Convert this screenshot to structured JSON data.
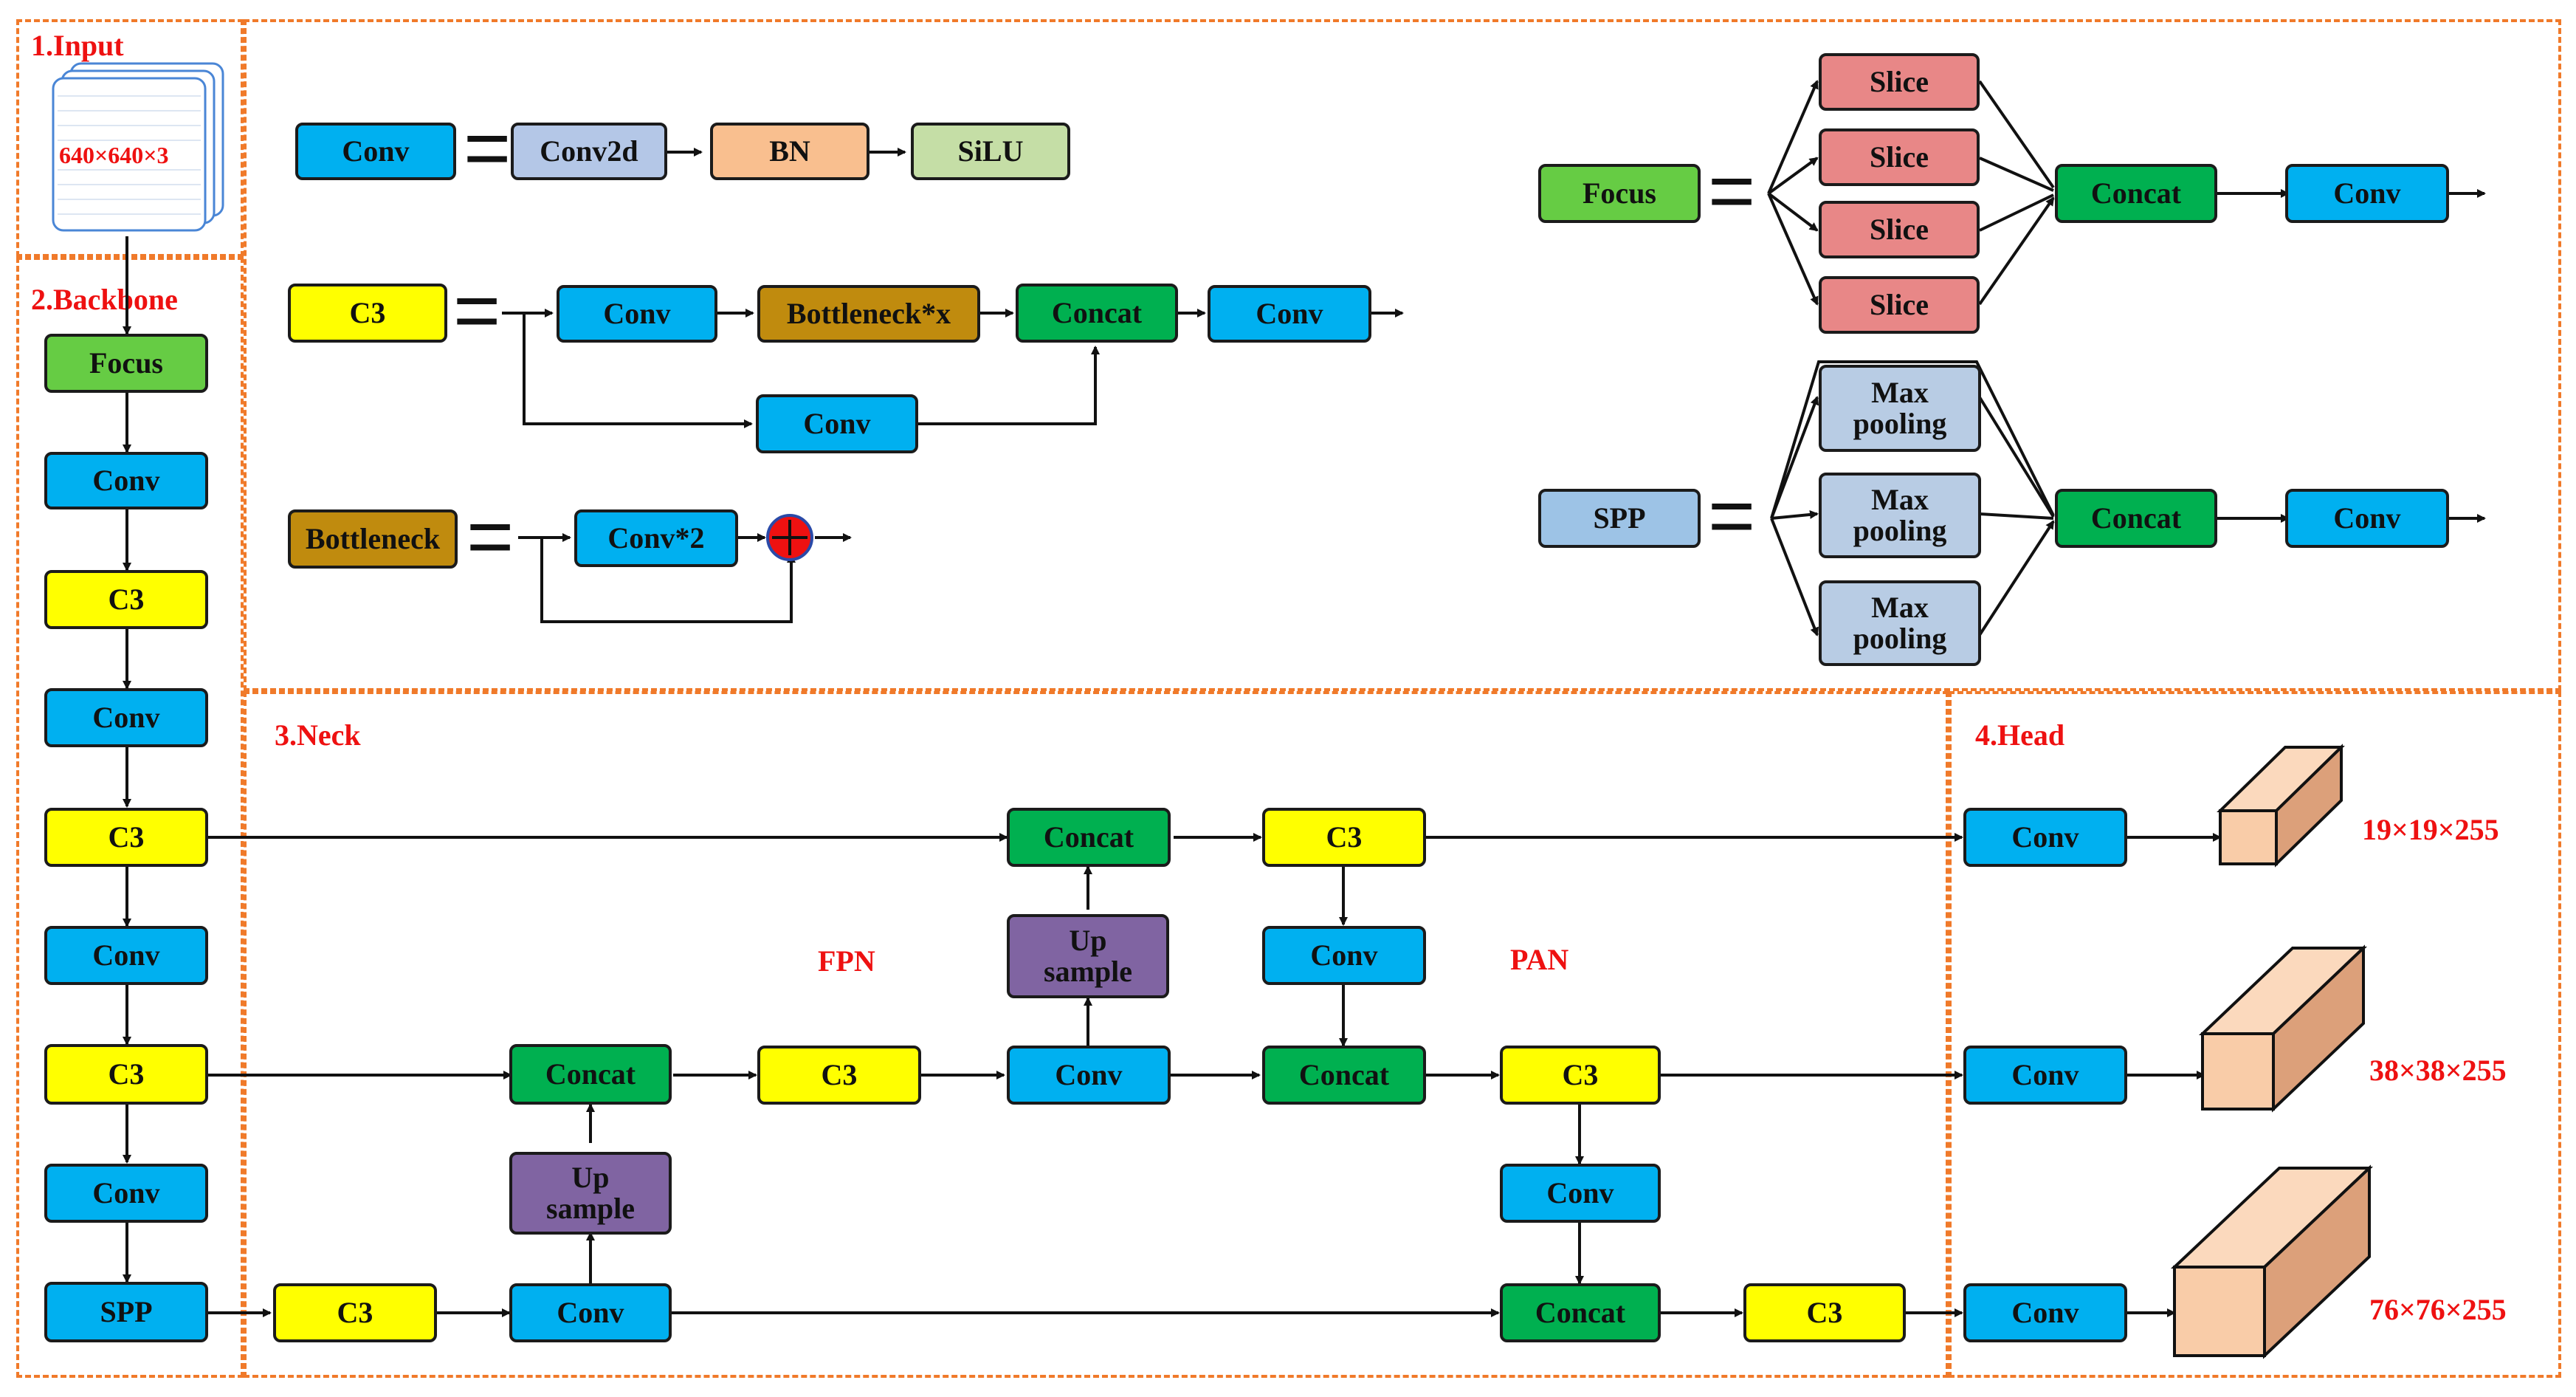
{
  "sections": {
    "input": "1.Input",
    "backbone": "2.Backbone",
    "neck": "3.Neck",
    "head": "4.Head"
  },
  "input_size": "640×640×3",
  "legend": {
    "conv_def": [
      "Conv",
      "Conv2d",
      "BN",
      "SiLU"
    ],
    "c3_def": {
      "c3": "C3",
      "conv1": "Conv",
      "bottleneck": "Bottleneck*x",
      "concat": "Concat",
      "conv_out": "Conv",
      "conv_bypass": "Conv"
    },
    "bottleneck_def": {
      "bottleneck": "Bottleneck",
      "conv": "Conv*2"
    },
    "focus_def": {
      "focus": "Focus",
      "slices": [
        "Slice",
        "Slice",
        "Slice",
        "Slice"
      ],
      "concat": "Concat",
      "conv": "Conv"
    },
    "spp_def": {
      "spp": "SPP",
      "pools": [
        "Max\npooling",
        "Max\npooling",
        "Max\npooling"
      ],
      "concat": "Concat",
      "conv": "Conv"
    }
  },
  "backbone": [
    "Focus",
    "Conv",
    "C3",
    "Conv",
    "C3",
    "Conv",
    "C3",
    "Conv",
    "SPP"
  ],
  "neck": {
    "fpn": "FPN",
    "pan": "PAN",
    "c3_a": "C3",
    "conv_a": "Conv",
    "upsample_a": "Up\nsample",
    "concat_a": "Concat",
    "c3_b": "C3",
    "conv_b": "Conv",
    "upsample_b": "Up\nsample",
    "concat_b": "Concat",
    "c3_c": "C3",
    "conv_c": "Conv",
    "concat_c": "Concat",
    "c3_d": "C3",
    "conv_d": "Conv",
    "concat_d": "Concat",
    "c3_e": "C3"
  },
  "head": {
    "convs": [
      "Conv",
      "Conv",
      "Conv"
    ],
    "outputs": [
      "19×19×255",
      "38×38×255",
      "76×76×255"
    ]
  },
  "colors": {
    "conv": "#00b0f0",
    "c3": "#ffff00",
    "focus": "#66cc44",
    "concat": "#00b050",
    "upsample": "#8064a2",
    "bottleneck": "#c08b0e",
    "section_border": "#f07a2a",
    "label_text": "#ee1111",
    "cube_face": "#f9cca8"
  }
}
